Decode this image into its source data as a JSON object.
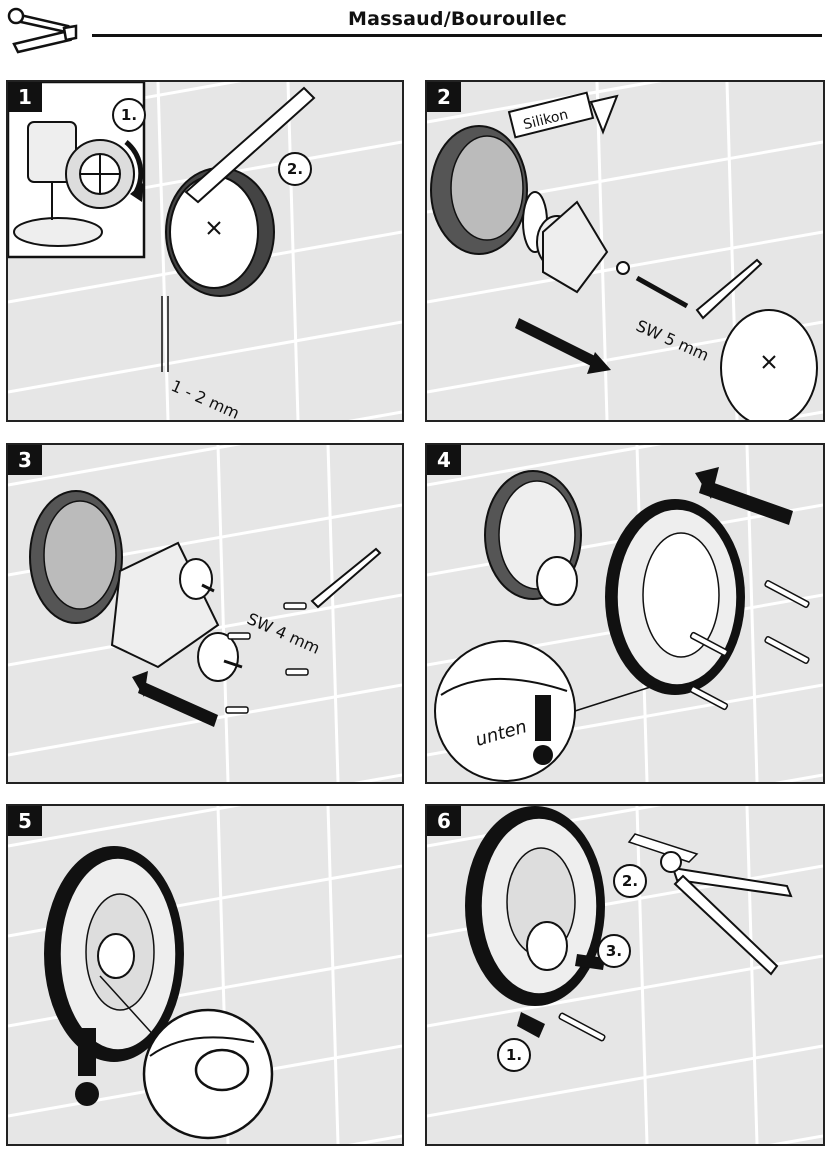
{
  "header": {
    "title": "Massaud/Bouroullec",
    "icon": "wrench-icon"
  },
  "panels": [
    {
      "step": "1",
      "substeps": [
        "1.",
        "2."
      ],
      "measure": "1 - 2 mm"
    },
    {
      "step": "2",
      "product_label": "Silikon",
      "tool_size": "SW 5 mm"
    },
    {
      "step": "3",
      "tool_size": "SW 4 mm"
    },
    {
      "step": "4",
      "detail_label": "unten"
    },
    {
      "step": "5"
    },
    {
      "step": "6",
      "substeps": [
        "1.",
        "2.",
        "3."
      ]
    }
  ],
  "colors": {
    "panel_bg": "#e6e6e6",
    "ink": "#111111",
    "tile_grout": "#ffffff"
  }
}
